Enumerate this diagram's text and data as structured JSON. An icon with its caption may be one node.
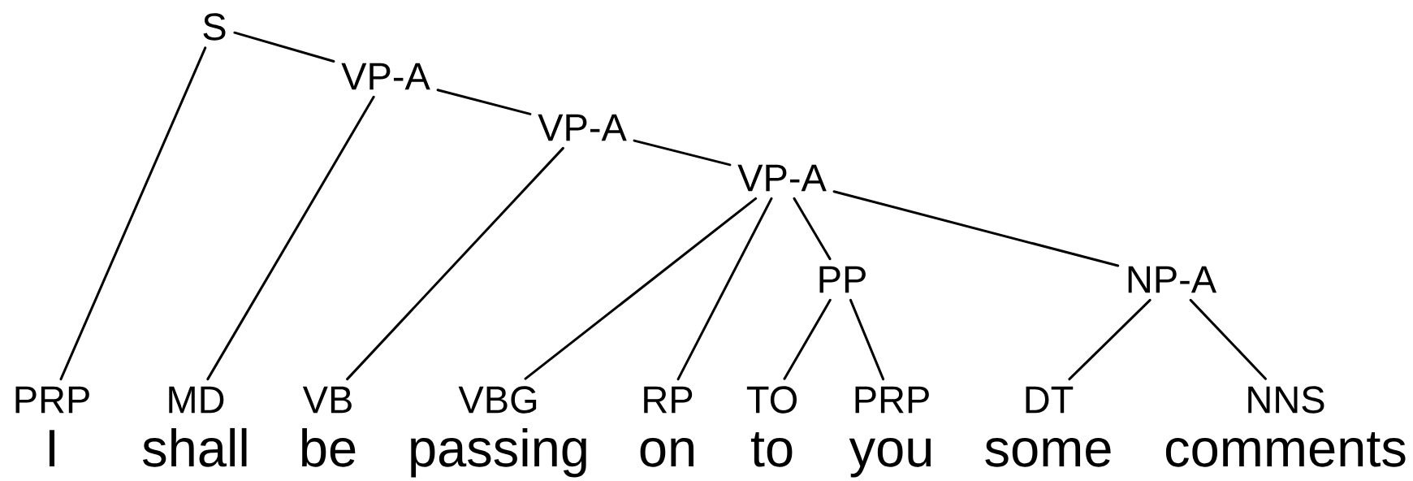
{
  "diagram": {
    "nodes": [
      {
        "text": [
          "S"
        ]
      },
      {
        "text": [
          "VP-A"
        ]
      },
      {
        "text": [
          "VP-A"
        ]
      },
      {
        "text": [
          "VP-A"
        ]
      },
      {
        "text": [
          "PP"
        ]
      },
      {
        "text": [
          "NP-A"
        ]
      },
      {
        "text": [
          "PRP",
          "I"
        ]
      },
      {
        "text": [
          "MD",
          "shall"
        ]
      },
      {
        "text": [
          "VB",
          "be"
        ]
      },
      {
        "text": [
          "VBG",
          "passing"
        ]
      },
      {
        "text": [
          "RP",
          "on"
        ]
      },
      {
        "text": [
          "TO",
          "to"
        ]
      },
      {
        "text": [
          "PRP",
          "you"
        ]
      },
      {
        "text": [
          "DT",
          "some"
        ]
      },
      {
        "text": [
          "NNS",
          "comments"
        ]
      }
    ],
    "edges": [
      {
        "from": 0,
        "to": 6,
        "arrow": "none"
      },
      {
        "from": 0,
        "to": 1,
        "arrow": "none"
      },
      {
        "from": 1,
        "to": 7,
        "arrow": "none"
      },
      {
        "from": 1,
        "to": 2,
        "arrow": "none"
      },
      {
        "from": 2,
        "to": 8,
        "arrow": "none"
      },
      {
        "from": 2,
        "to": 3,
        "arrow": "none"
      },
      {
        "from": 3,
        "to": 9,
        "arrow": "none"
      },
      {
        "from": 3,
        "to": 10,
        "arrow": "none"
      },
      {
        "from": 3,
        "to": 4,
        "arrow": "none"
      },
      {
        "from": 3,
        "to": 5,
        "arrow": "none"
      },
      {
        "from": 4,
        "to": 11,
        "arrow": "none"
      },
      {
        "from": 4,
        "to": 12,
        "arrow": "none"
      },
      {
        "from": 5,
        "to": 13,
        "arrow": "none"
      },
      {
        "from": 5,
        "to": 14,
        "arrow": "none"
      }
    ]
  }
}
